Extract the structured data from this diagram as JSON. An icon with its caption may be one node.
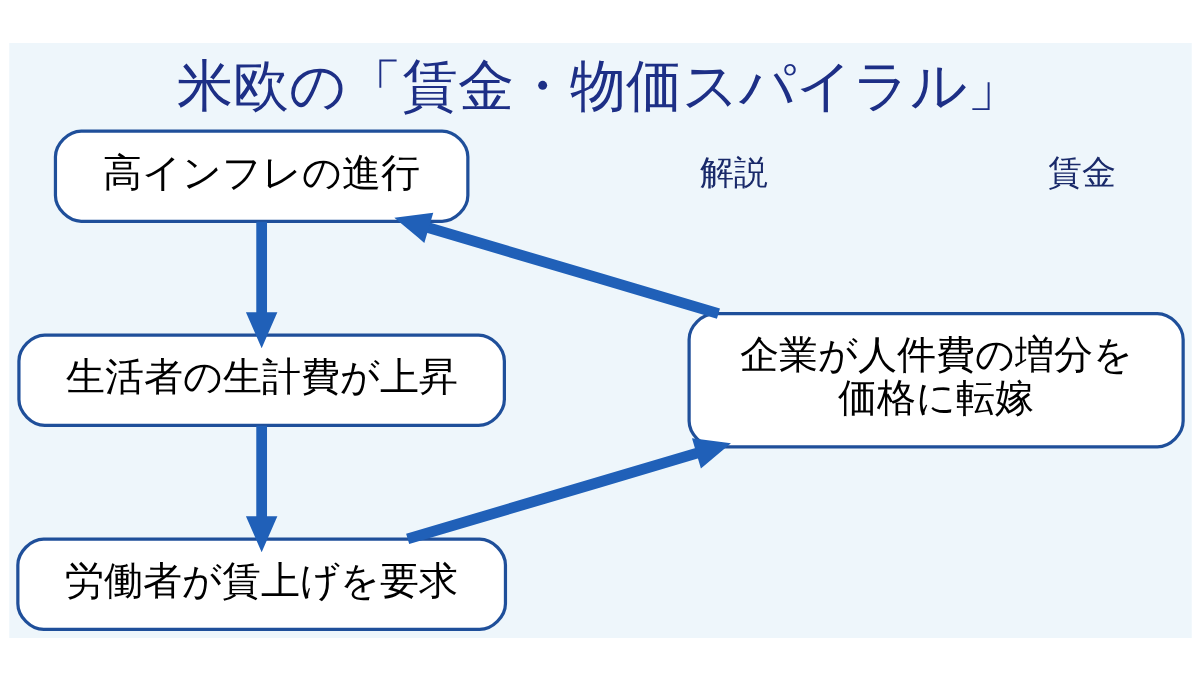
{
  "diagram": {
    "title": "米欧の「賃金・物価スパイラル」",
    "nodes": [
      {
        "text": [
          "高インフレの進行"
        ]
      },
      {
        "text": [
          "企業が人件費の増分を価格に転嫁"
        ]
      },
      {
        "text": [
          "生活者の生計費が上昇"
        ]
      },
      {
        "text": [
          "労働者が賃上げを要求"
        ]
      }
    ],
    "edges": [
      {
        "from": 1,
        "to": 0,
        "arrow": "to"
      },
      {
        "from": 0,
        "to": 2,
        "arrow": "to"
      },
      {
        "from": 2,
        "to": 3,
        "arrow": "to"
      },
      {
        "from": 3,
        "to": 1,
        "arrow": "to"
      }
    ],
    "labels": [
      "解説",
      "賃金"
    ]
  }
}
